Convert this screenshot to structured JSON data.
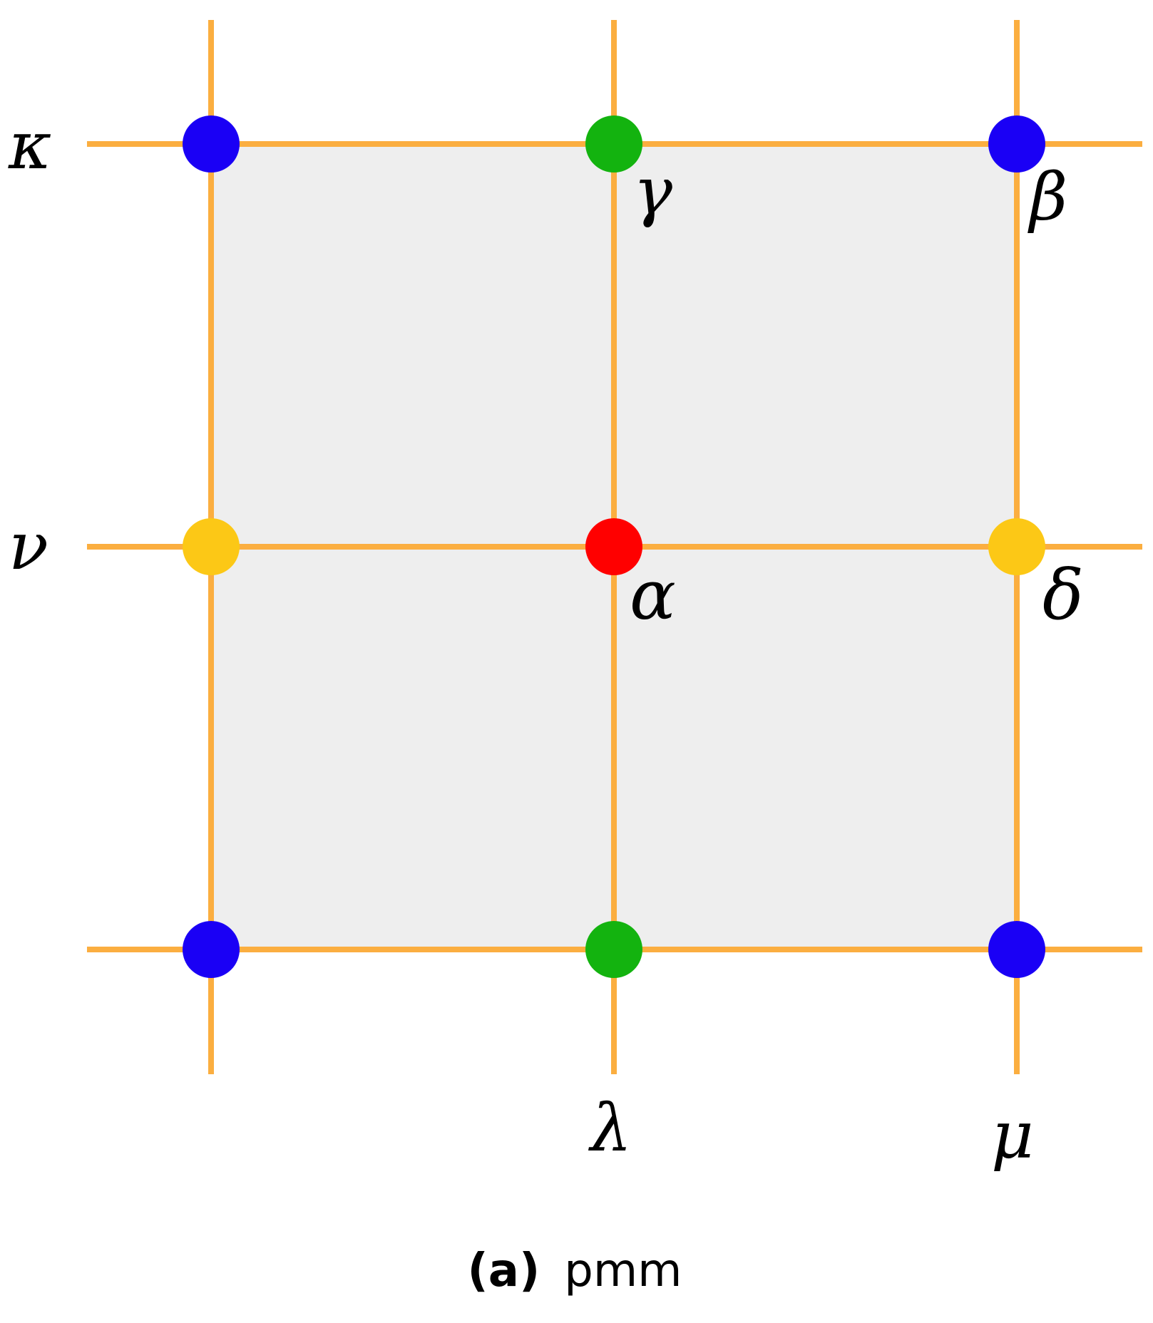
{
  "colors": {
    "line": "#FBAE40",
    "cell_fill": "#EEEEEE",
    "blue": "#1A00F5",
    "green": "#13B30F",
    "yellow": "#FCC816",
    "red": "#FF0000"
  },
  "labels": {
    "kappa": "κ",
    "nu": "ν",
    "gamma": "γ",
    "beta": "β",
    "alpha": "α",
    "delta": "δ",
    "lambda": "λ",
    "mu": "μ"
  },
  "caption": {
    "panel": "(a)",
    "group": "pmm"
  },
  "points": [
    {
      "name": "corner-top-left",
      "color": "blue"
    },
    {
      "name": "edge-top-mid",
      "color": "green"
    },
    {
      "name": "corner-top-right",
      "color": "blue"
    },
    {
      "name": "edge-mid-left",
      "color": "yellow"
    },
    {
      "name": "center",
      "color": "red"
    },
    {
      "name": "edge-mid-right",
      "color": "yellow"
    },
    {
      "name": "corner-bottom-left",
      "color": "blue"
    },
    {
      "name": "edge-bottom-mid",
      "color": "green"
    },
    {
      "name": "corner-bottom-right",
      "color": "blue"
    }
  ]
}
